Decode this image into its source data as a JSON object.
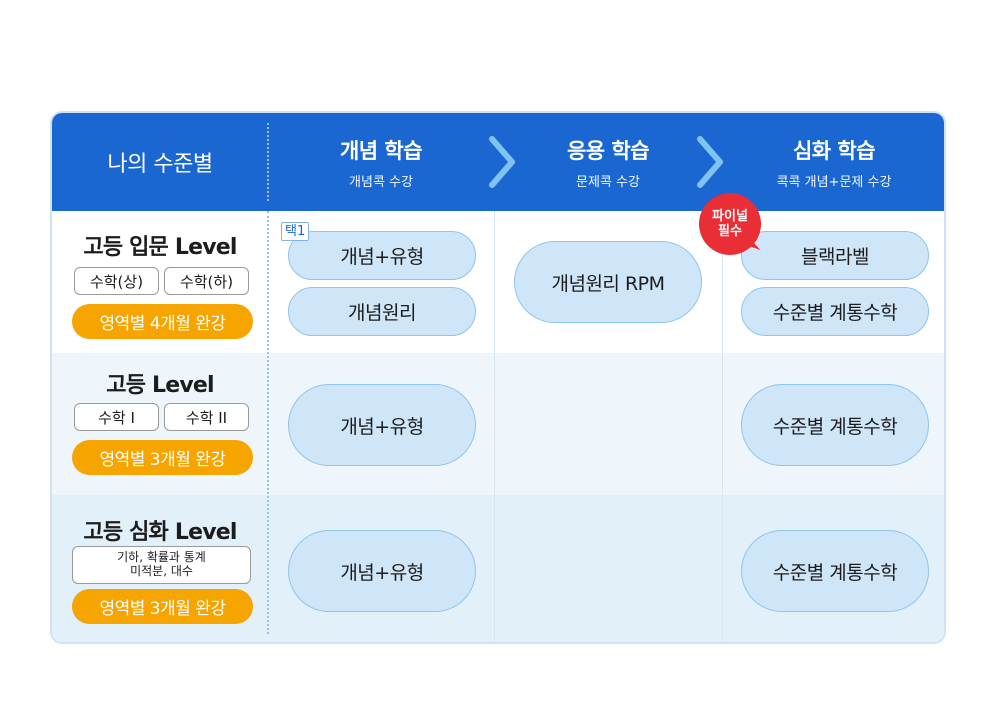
{
  "header": {
    "level_col": "나의 수준별",
    "columns": [
      {
        "title": "개념 학습",
        "sub": "개념콕 수강"
      },
      {
        "title": "응용 학습",
        "sub": "문제콕 수강"
      },
      {
        "title": "심화 학습",
        "sub": "콕콕 개념+문제 수강"
      }
    ]
  },
  "rows": [
    {
      "level": "고등 입문 Level",
      "subjects": [
        "수학(상)",
        "수학(하)"
      ],
      "duration": "영역별 4개월 완강",
      "tag": "택1",
      "concept": [
        "개념+유형",
        "개념원리"
      ],
      "applied": [
        "개념원리 RPM"
      ],
      "advanced": [
        "블랙라벨",
        "수준별 계통수학"
      ],
      "badge": [
        "파이널",
        "필수"
      ]
    },
    {
      "level": "고등 Level",
      "subjects": [
        "수학 I",
        "수학 II"
      ],
      "duration": "영역별 3개월 완강",
      "concept": [
        "개념+유형"
      ],
      "advanced": [
        "수준별 계통수학"
      ]
    },
    {
      "level": "고등 심화 Level",
      "subjects_text": [
        "기하, 확률과 통계",
        "미적분, 대수"
      ],
      "duration": "영역별 3개월 완강",
      "concept": [
        "개념+유형"
      ],
      "advanced": [
        "수준별 계통수학"
      ]
    }
  ],
  "colors": {
    "header": "#1a67d2",
    "pill": "#cfe6f8",
    "accent": "#f5a400",
    "badge": "#ea2e36"
  }
}
